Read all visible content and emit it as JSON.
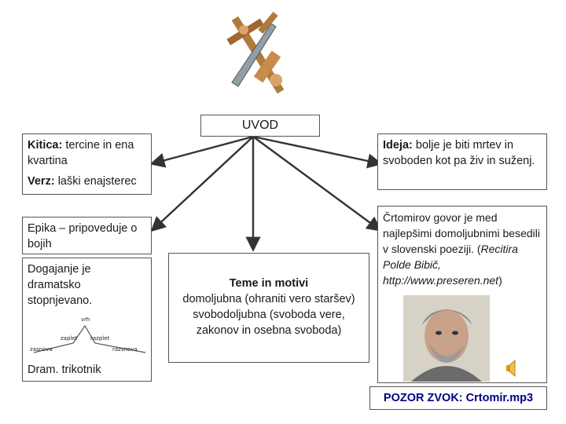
{
  "title": "UVOD",
  "left": {
    "kitica_label": "Kitica:",
    "kitica_text": " tercine in ena kvartina",
    "verz_label": "Verz:",
    "verz_text": " laški enajsterec",
    "epika": "Epika – pripoveduje o bojih",
    "dogajanje": "Dogajanje je dramatsko stopnjevano.",
    "triangle": {
      "peak": "vrh",
      "rise": "zaplet",
      "fall": "razplet",
      "start": "zasnova",
      "end": "razsnova"
    },
    "triangle_caption": "Dram. trikotnik"
  },
  "center": {
    "heading": "Teme in motivi",
    "text": "domoljubna (ohraniti vero staršev) svobodoljubna (svoboda vere, zakonov in osebna svoboda)"
  },
  "right": {
    "ideja_label": "Ideja:",
    "ideja_text": " bolje je biti mrtev in svoboden kot pa živ in suženj.",
    "govor_text": "Črtomirov govor je med najlepšimi domoljubnimi besedili v slovenski poeziji. (",
    "recitira": "Recitira Polde Bibič, http://www.preseren.net",
    "govor_close": ")",
    "sound_link": "POZOR ZVOK: Crtomir.mp3"
  },
  "colors": {
    "sound_link": "#000080",
    "border": "#555555",
    "arrow": "#333333"
  },
  "icons": [
    "crossed-swords-icon",
    "portrait-image",
    "speaker-icon"
  ]
}
